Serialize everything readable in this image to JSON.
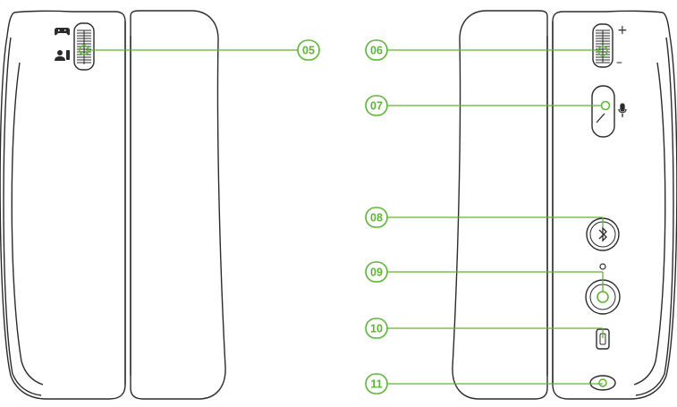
{
  "colors": {
    "accent": "#5db535",
    "outline": "#2b2b2b",
    "background": "#ffffff"
  },
  "left_earcup": {
    "slider_icons": [
      "gamepad-icon",
      "chat-person-icon"
    ]
  },
  "right_earcup": {
    "volume_plus": "+",
    "volume_minus": "–",
    "mic_icon": "microphone-icon",
    "bluetooth_icon": "bluetooth-icon",
    "usb_port_icon": "usb-c-icon"
  },
  "callouts": {
    "c05": "05",
    "c06": "06",
    "c07": "07",
    "c08": "08",
    "c09": "09",
    "c10": "10",
    "c11": "11"
  }
}
